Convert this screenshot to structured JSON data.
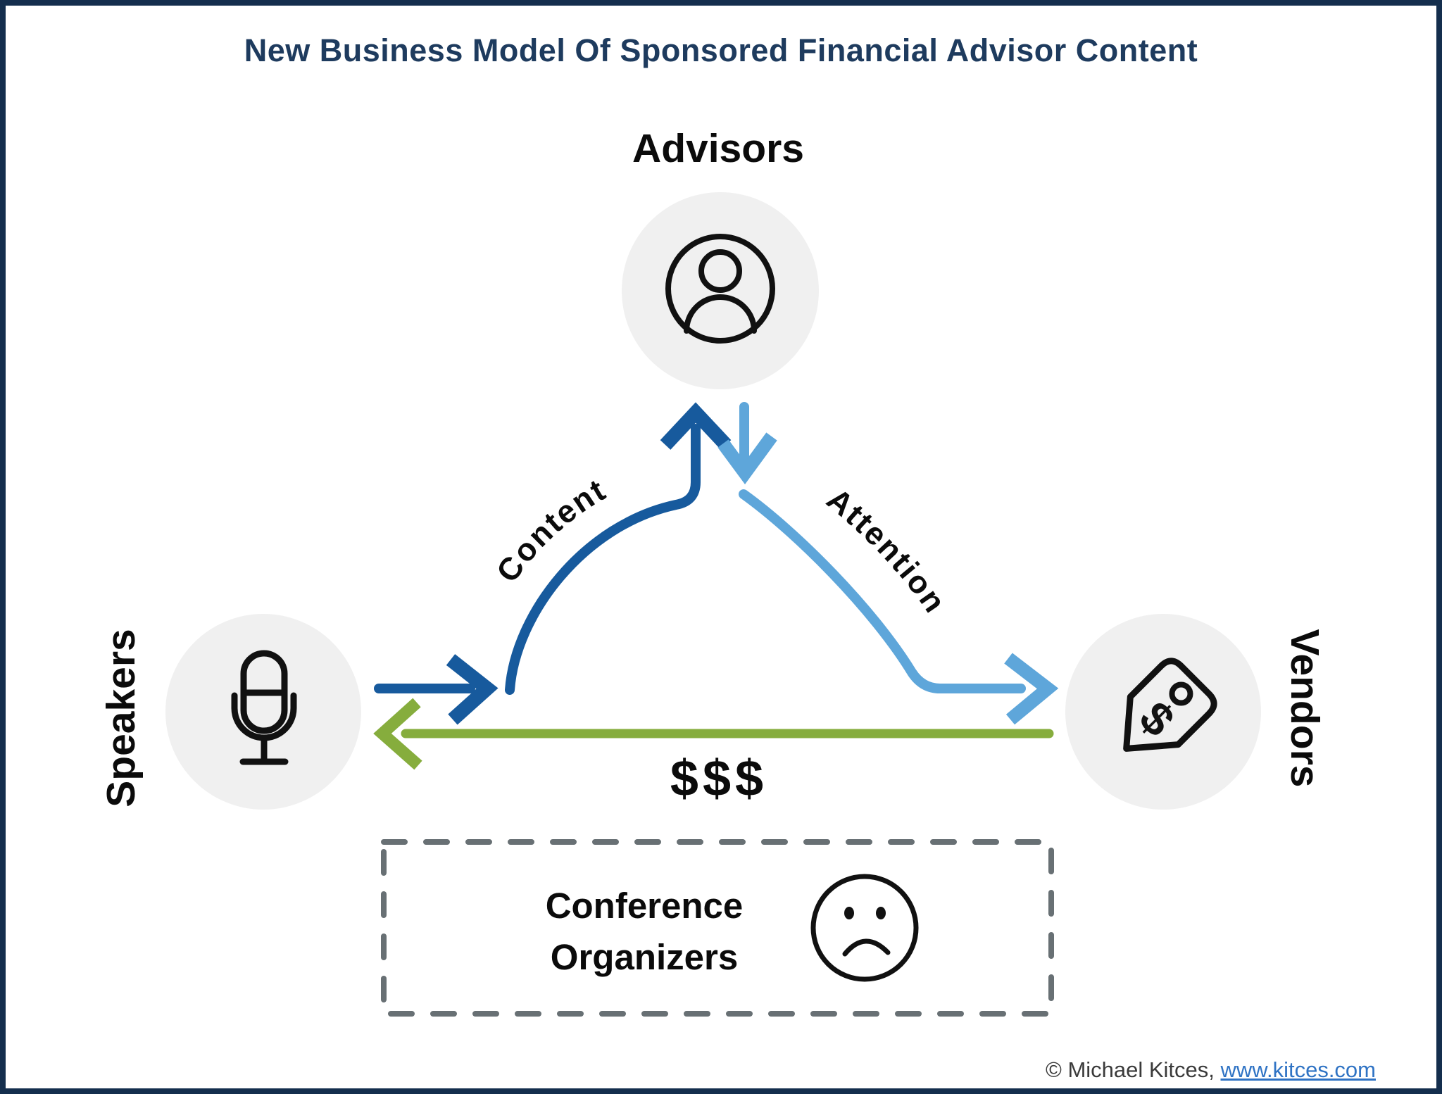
{
  "title": "New Business Model Of Sponsored Financial Advisor Content",
  "nodes": {
    "advisors": {
      "label": "Advisors",
      "icon": "user-icon"
    },
    "speakers": {
      "label": "Speakers",
      "icon": "microphone-icon"
    },
    "vendors": {
      "label": "Vendors",
      "icon": "price-tag-icon"
    },
    "conference_organizers": {
      "label": "Conference Organizers",
      "icon": "sad-face-icon"
    }
  },
  "flows": {
    "content": {
      "label": "Content",
      "from": "Speakers",
      "to": "Advisors"
    },
    "attention": {
      "label": "Attention",
      "from": "Advisors",
      "to": "Vendors"
    },
    "money": {
      "label": "$$$",
      "from": "Vendors",
      "to": "Speakers"
    }
  },
  "tag_icon": {
    "symbol": "$"
  },
  "footer": {
    "copyright_prefix": "© Michael Kitces, ",
    "link_text": "www.kitces.com"
  },
  "colors": {
    "border_navy": "#142e4d",
    "title_navy": "#1e3b5e",
    "ink": "#0b0b0b",
    "icon_stroke": "#111111",
    "node_circle_bg": "#f0f0f0",
    "content_blue": "#175a9d",
    "attention_blue": "#5ea6da",
    "money_green": "#86ad3d",
    "dash_gray": "#687074",
    "link_blue": "#2f73c4"
  }
}
